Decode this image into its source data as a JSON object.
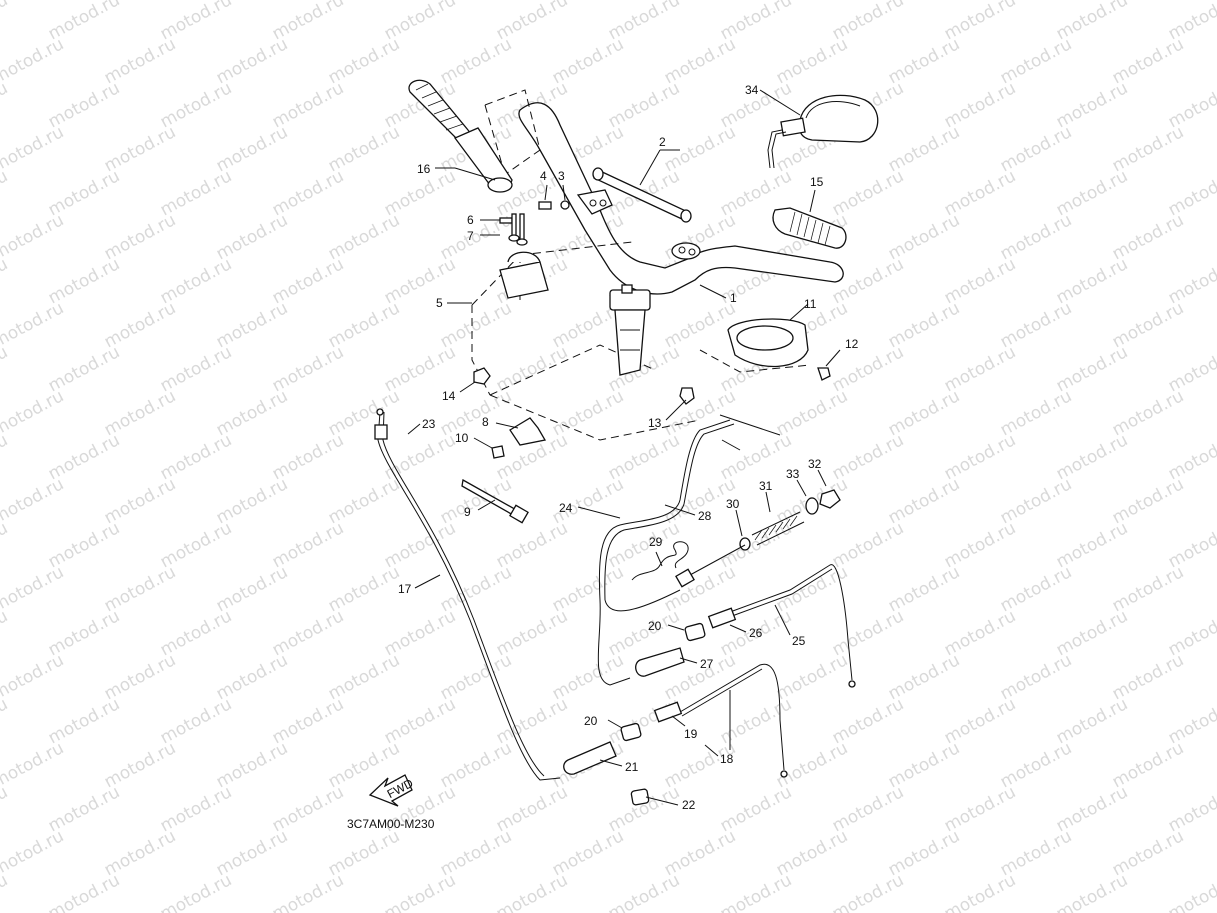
{
  "watermark": "motod.ru",
  "diagram_code": "3C7AM00-M230",
  "fwd_label": "FWD",
  "callouts": [
    "1",
    "2",
    "3",
    "4",
    "5",
    "6",
    "7",
    "8",
    "9",
    "10",
    "11",
    "12",
    "13",
    "14",
    "15",
    "16",
    "17",
    "18",
    "19",
    "20",
    "20",
    "21",
    "22",
    "23",
    "24",
    "25",
    "26",
    "27",
    "28",
    "29",
    "30",
    "31",
    "32",
    "33",
    "34"
  ],
  "colors": {
    "line": "#111111",
    "watermark": "#d9d9d9",
    "background": "#ffffff"
  }
}
